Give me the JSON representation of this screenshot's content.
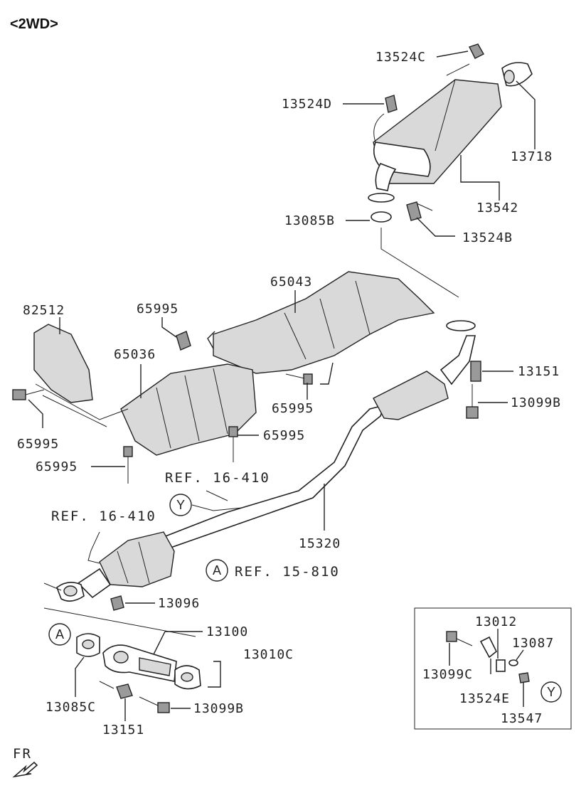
{
  "header": {
    "drive_type": "<2WD>"
  },
  "orientation": {
    "front_label": "FR"
  },
  "parts": {
    "p13524C": "13524C",
    "p13524D": "13524D",
    "p13718": "13718",
    "p13542": "13542",
    "p13085B": "13085B",
    "p13524B": "13524B",
    "p65043": "65043",
    "p82512": "82512",
    "p65995_a": "65995",
    "p65036": "65036",
    "p13151_a": "13151",
    "p13099B_a": "13099B",
    "p65995_b": "65995",
    "p65995_c": "65995",
    "p65995_d": "65995",
    "p65995_e": "65995",
    "p15320": "15320",
    "p13096": "13096",
    "p13100": "13100",
    "p13010C": "13010C",
    "p13085C": "13085C",
    "p13099B_b": "13099B",
    "p13151_b": "13151",
    "p13012": "13012",
    "p13087": "13087",
    "p13099C": "13099C",
    "p13524E": "13524E",
    "p13547": "13547"
  },
  "references": {
    "ref_16410_upper": "REF. 16-410",
    "ref_16410_lower": "REF. 16-410",
    "ref_15810": "REF. 15-810"
  },
  "markers": {
    "y_main": "Y",
    "a_main": "A",
    "a_inset": "A",
    "y_detail": "Y"
  }
}
